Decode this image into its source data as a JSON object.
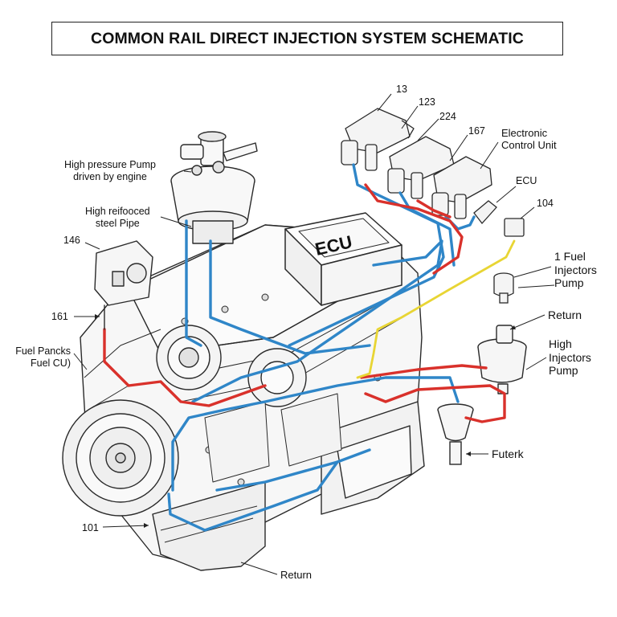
{
  "title": "COMMON RAIL DIRECT INJECTION SYSTEM SCHEMATIC",
  "labels": {
    "n13": "13",
    "n123": "123",
    "n224": "224",
    "n167": "167",
    "electronic_control_unit": [
      "Electronic",
      "Control Unit"
    ],
    "ecu_callout": "ECU",
    "n104": "104",
    "high_pressure_pump": [
      "High pressure Pump",
      "driven by engine"
    ],
    "reinforced_pipe": [
      "High reifooced",
      "steel Pipe"
    ],
    "n146": "146",
    "n161": "161",
    "fuel_pancks": [
      "Fuel Pancks",
      "Fuel CU)"
    ],
    "fuel_injectors_pump": [
      "1 Fuel",
      "Injectors",
      "Pump"
    ],
    "return_right": "Return",
    "high_injectors_pump": [
      "High",
      "Injectors",
      "Pump"
    ],
    "futerk": "Futerk",
    "n101": "101",
    "return_bottom": "Return",
    "ecu_box": "ECU"
  },
  "colors": {
    "high_pressure_line": "#d9312b",
    "low_pressure_line": "#2f86c8",
    "signal_line": "#e8d534",
    "outline": "#2a2a2a"
  }
}
